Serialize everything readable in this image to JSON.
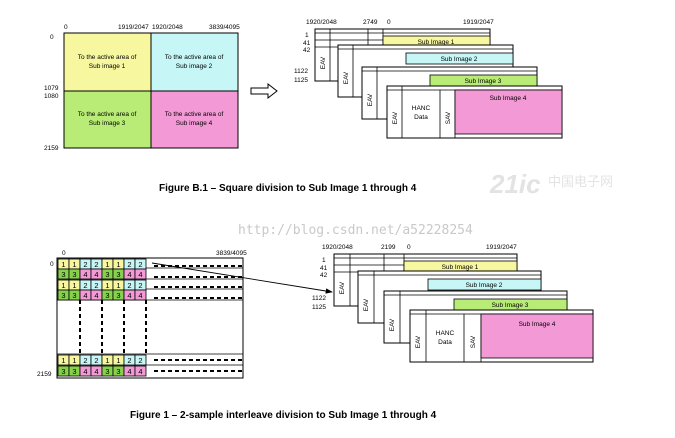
{
  "colors": {
    "yellow": "#f7f7a0",
    "cyan": "#c6f6f6",
    "green": "#b9ec76",
    "pink": "#f39ad6",
    "green_cell": "#86d24c"
  },
  "fig_b1": {
    "caption": "Figure B.1 – Square division to Sub Image 1 through 4",
    "grid": {
      "col_0": "0",
      "col_mid": "1919/2047",
      "col_mid2": "1920/2048",
      "col_end": "3839/4095",
      "row_0": "0",
      "row_1079": "1079",
      "row_1080": "1080",
      "row_2159": "2159",
      "q1": [
        "To the active area of",
        "Sub image 1"
      ],
      "q2": [
        "To the active area of",
        "Sub image 2"
      ],
      "q3": [
        "To the active area of",
        "Sub image 3"
      ],
      "q4": [
        "To the active area of",
        "Sub image 4"
      ]
    },
    "stack": {
      "top_labels": [
        "1920/2048",
        "2749",
        "0",
        "1919/2047"
      ],
      "row_labels": [
        "1",
        "41",
        "42",
        "1122",
        "1125"
      ],
      "sub1": "Sub Image 1",
      "sub2": "Sub Image 2",
      "sub3": "Sub Image 3",
      "sub4": "Sub Image 4",
      "eav": "EAV",
      "sav": "SAV",
      "hanc_1": "HANC",
      "hanc_2": "Data"
    }
  },
  "fig_1": {
    "caption": "Figure 1 – 2-sample interleave division to Sub Image 1 through 4",
    "grid": {
      "col_0": "0",
      "col_end": "3839/4095",
      "row_0": "0",
      "row_2159": "2159",
      "row_a": [
        "1",
        "1",
        "2",
        "2",
        "1",
        "1",
        "2",
        "2"
      ],
      "row_b": [
        "3",
        "3",
        "4",
        "4",
        "3",
        "3",
        "4",
        "4"
      ]
    },
    "stack": {
      "top_labels": [
        "1920/2048",
        "2199",
        "0",
        "1919/2047"
      ],
      "row_labels": [
        "1",
        "41",
        "42",
        "1122",
        "1125"
      ],
      "sub1": "Sub Image 1",
      "sub2": "Sub Image 2",
      "sub3": "Sub Image 3",
      "sub4": "Sub Image 4",
      "eav": "EAV",
      "sav": "SAV",
      "hanc_1": "HANC",
      "hanc_2": "Data"
    }
  },
  "watermark": {
    "url": "http://blog.csdn.net/a52228254",
    "logo": "21ic",
    "logo_cn": "中国电子网"
  }
}
